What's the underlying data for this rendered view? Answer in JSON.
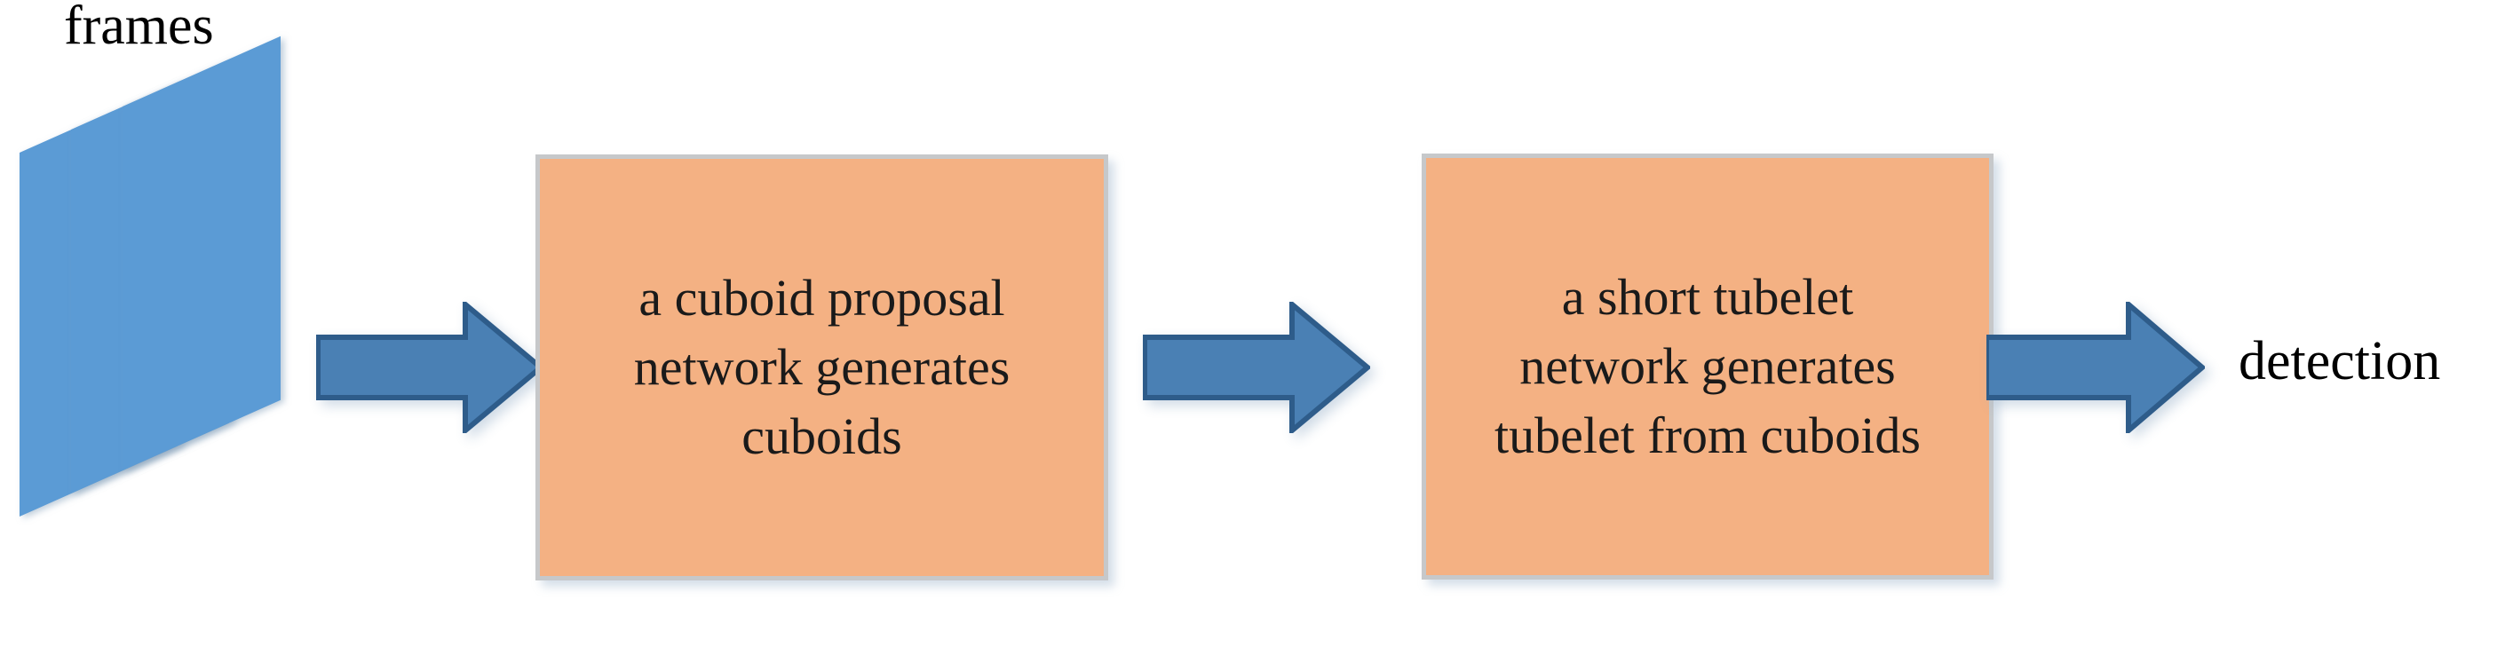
{
  "diagram": {
    "title_label": "frames",
    "input": {
      "name": "frames-stack",
      "label": "frames",
      "sheet_count": 3,
      "color": "#5B9BD5"
    },
    "stages": [
      {
        "id": "cuboid-proposal-network",
        "text": "a cuboid proposal\nnetwork generates\ncuboids",
        "fill_color": "#F4B183",
        "border_color": "#C6C8CA"
      },
      {
        "id": "short-tubelet-network",
        "text": "a short tubelet\nnetwork generates\ntubelet from cuboids",
        "fill_color": "#F4B183",
        "border_color": "#C6C8CA"
      }
    ],
    "arrows": [
      {
        "id": "arrow-frames-to-cuboid",
        "direction": "right",
        "fill_color": "#4A80B4",
        "stroke_color": "#2E5C8A"
      },
      {
        "id": "arrow-cuboid-to-tubelet",
        "direction": "right",
        "fill_color": "#4A80B4",
        "stroke_color": "#2E5C8A"
      },
      {
        "id": "arrow-tubelet-to-detection",
        "direction": "right",
        "fill_color": "#4A80B4",
        "stroke_color": "#2E5C8A"
      }
    ],
    "output": {
      "name": "detection-label",
      "label": "detection"
    }
  }
}
